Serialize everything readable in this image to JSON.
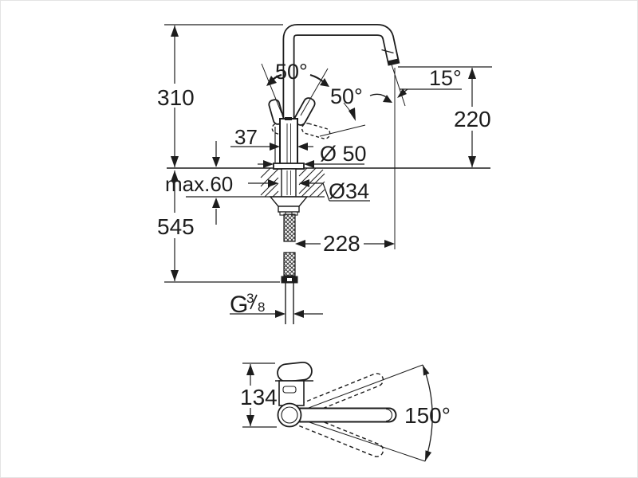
{
  "meta": {
    "description": "Technical installation dimension drawing of a single-lever kitchen faucet, side elevation and plan view",
    "background_color": "#ffffff",
    "line_color": "#1d1d1d",
    "border_color": "#e3e3e3"
  },
  "side_view": {
    "name": "side-elevation",
    "labels": {
      "height_above_counter": "310",
      "height_below_total": "545",
      "body_width": "37",
      "counter_thickness": "max.60",
      "base_diameter": "Ø 50",
      "hole_diameter": "Ø34",
      "spout_reach": "228",
      "spout_clearance": "220",
      "tip_angle": "15°",
      "handle_angle_left": "50°",
      "handle_angle_right": "50°",
      "thread_letter": "G",
      "thread_numerator": "3",
      "thread_slash": "/",
      "thread_denominator": "8"
    }
  },
  "top_view": {
    "name": "plan-view",
    "labels": {
      "handle_length": "134",
      "swivel_range": "150°"
    }
  }
}
